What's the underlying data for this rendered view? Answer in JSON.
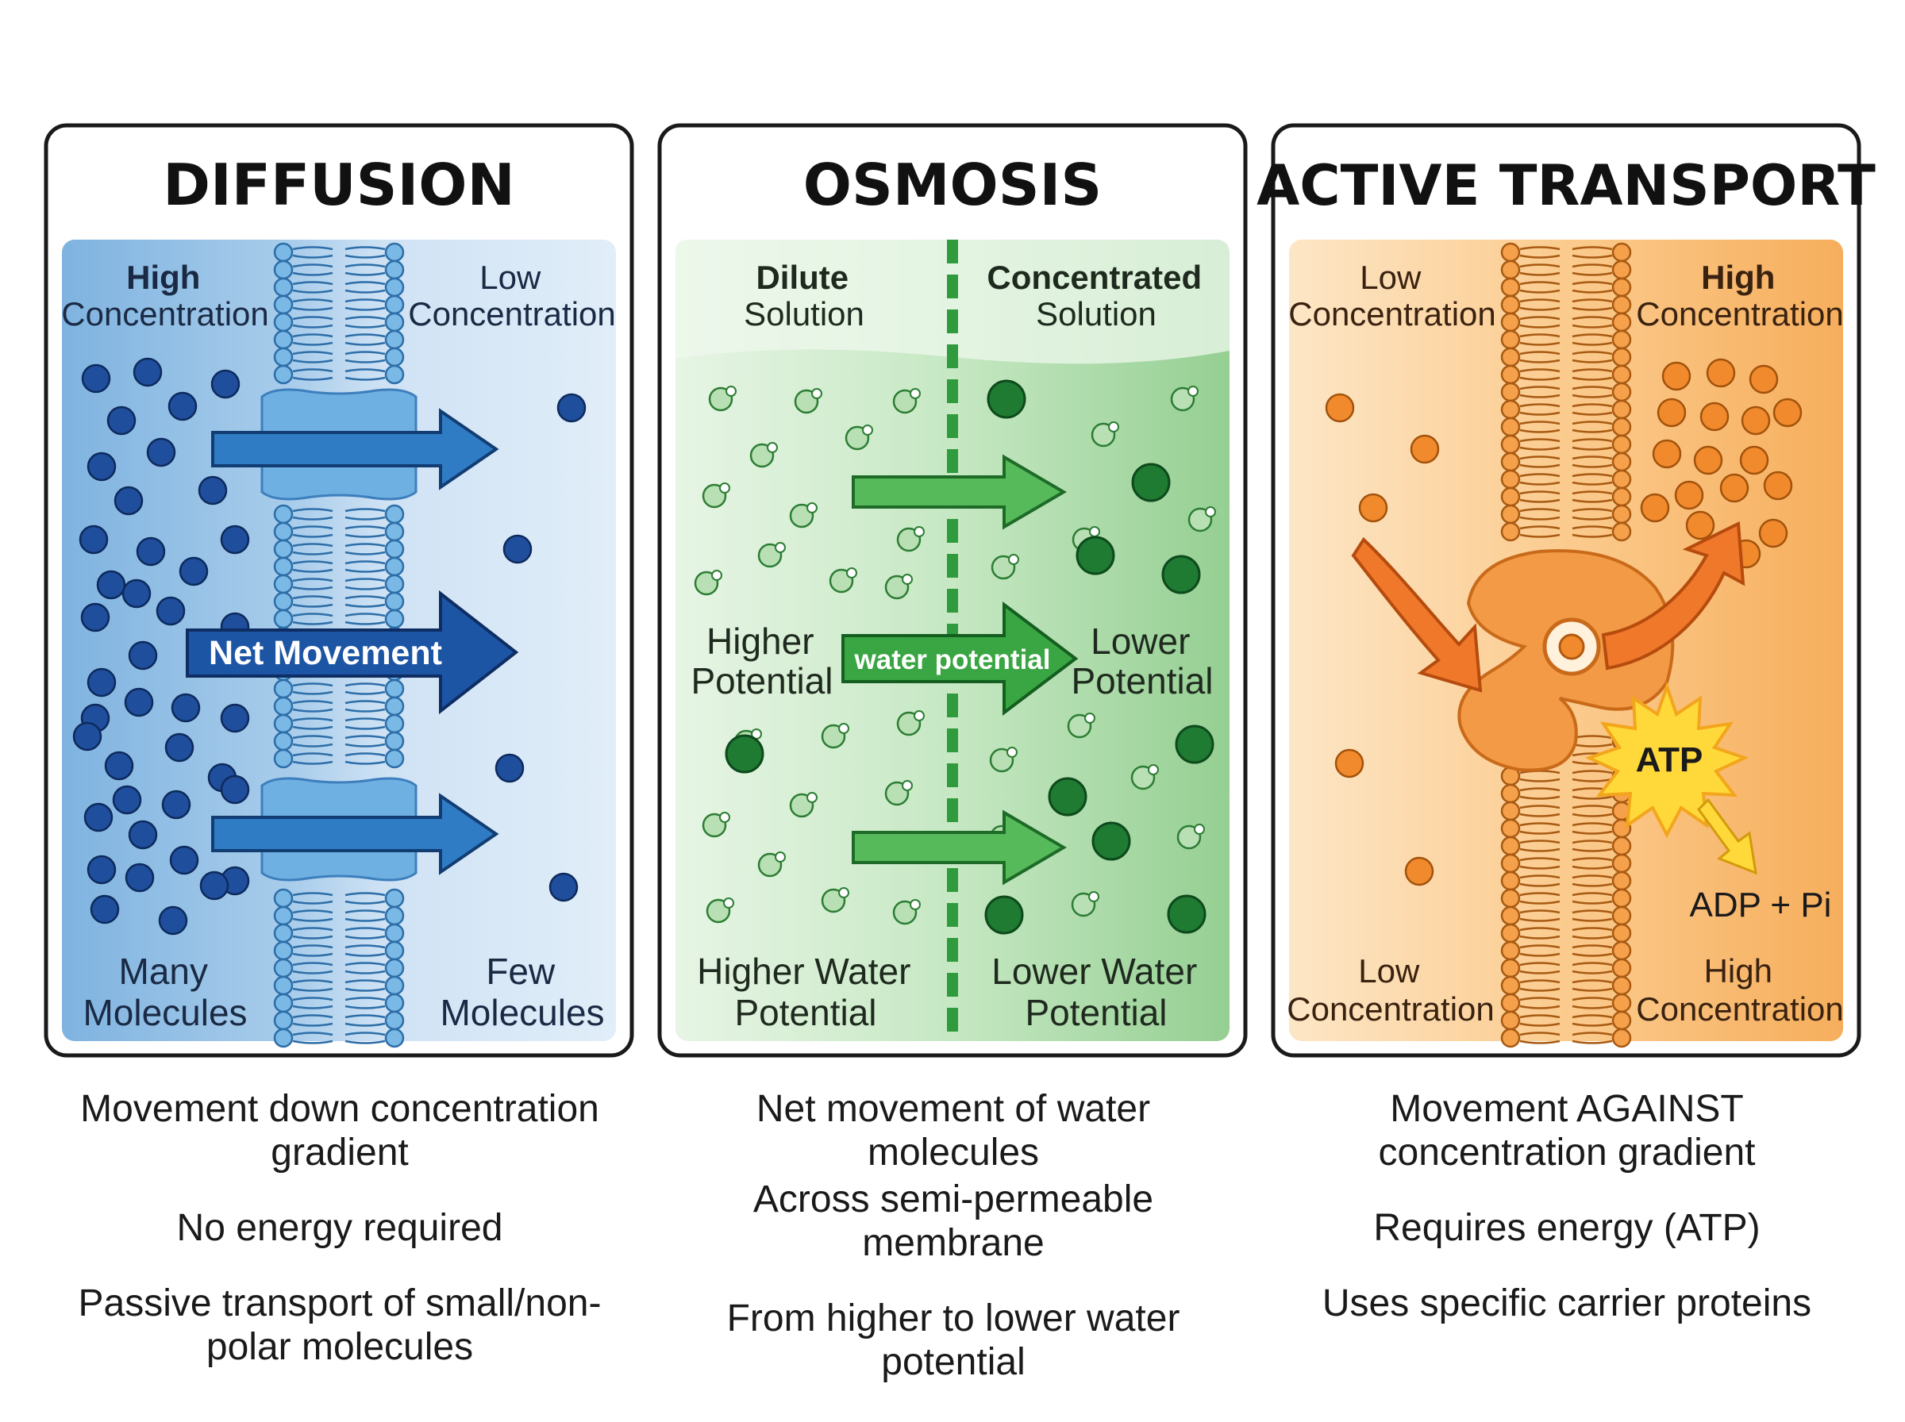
{
  "panels": {
    "diffusion": {
      "title": "DIFFUSION",
      "left_label": [
        "High",
        "Concentration"
      ],
      "right_label": [
        "Low",
        "Concentration"
      ],
      "net_movement": "Net Movement",
      "bottom_left": [
        "Many",
        "Molecules"
      ],
      "bottom_right": [
        "Few",
        "Molecules"
      ],
      "description": [
        "Movement down concentration gradient",
        "No energy required",
        "Passive transport of small/non-polar molecules"
      ]
    },
    "osmosis": {
      "title": "OSMOSIS",
      "left_label": [
        "Dilute",
        "Solution"
      ],
      "right_label": [
        "Concentrated",
        "Solution"
      ],
      "left_potential": [
        "Higher",
        "Potential"
      ],
      "arrow_label": "water potential",
      "right_potential": [
        "Lower",
        "Potential"
      ],
      "bottom_left": [
        "Higher Water",
        "Potential"
      ],
      "bottom_right": [
        "Lower Water",
        "Potential"
      ],
      "description": [
        "Net movement of water molecules",
        "Across semi-permeable membrane",
        "From higher to lower water potential"
      ]
    },
    "active": {
      "title": "ACTIVE TRANSPORT",
      "left_label": [
        "Low",
        "Concentration"
      ],
      "right_label": [
        "High",
        "Concentration"
      ],
      "atp": "ATP",
      "adp": "ADP + Pi",
      "bottom_left": [
        "Low",
        "Concentration"
      ],
      "bottom_right": [
        "High",
        "Concentration"
      ],
      "description": [
        "Movement AGAINST concentration gradient",
        "Requires energy (ATP)",
        "Uses specific carrier proteins"
      ]
    }
  },
  "colors": {
    "diffusion_bg_left": "#8dbde4",
    "diffusion_bg_right": "#dcebf8",
    "diffusion_molecule": "#1f4e9c",
    "diffusion_arrow": "#2b74bd",
    "diffusion_net_arrow": "#1c4fa0",
    "osmosis_bg_left": "#e4f3e2",
    "osmosis_bg_right": "#a9d8a6",
    "osmosis_arrow": "#4fb553",
    "osmosis_solute": "#1f7a32",
    "active_bg_left": "#fce2bf",
    "active_bg_right": "#f8b86a",
    "active_molecule": "#f08a2c",
    "membrane_blue": "#5fa8dd",
    "membrane_orange": "#f0922f",
    "atp_burst": "#ffd93a"
  }
}
